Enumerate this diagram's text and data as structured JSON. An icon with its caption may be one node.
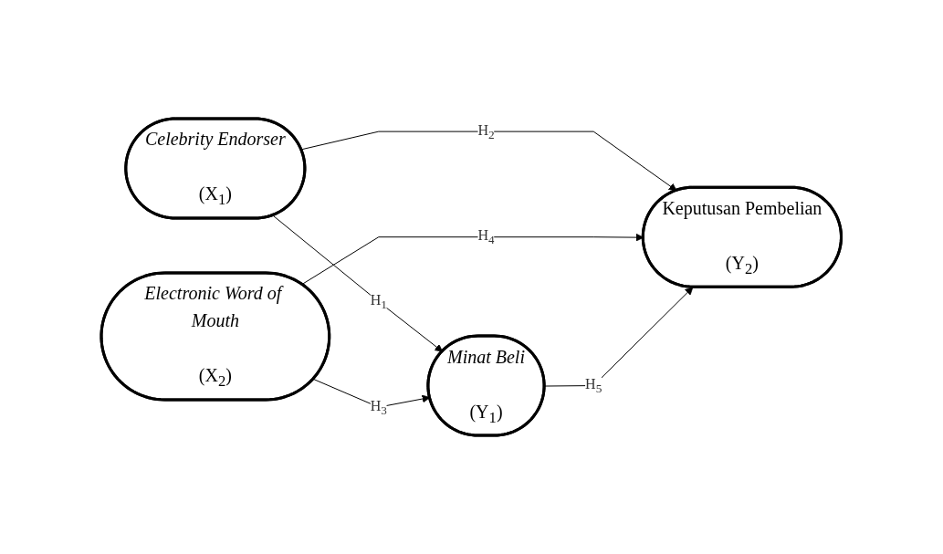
{
  "diagram": {
    "nodes": [
      {
        "text": [
          "Celebrity Endorser",
          "(X$_{1}$)"
        ]
      },
      {
        "text": [
          "Minat Beli",
          "(Y$_{1}$)"
        ]
      },
      {
        "text": [
          "Keputusan Pembelian",
          "(Y$_{2}$)"
        ]
      },
      {
        "text": [
          "Electronic Word of Mouth",
          "(X$_{2}$)"
        ]
      }
    ],
    "edges": [
      {
        "from": 0,
        "to": 1,
        "arrow": "to",
        "label": "H$_{1}$"
      },
      {
        "from": 0,
        "to": 2,
        "arrow": "to",
        "label": "H$_{2}$"
      },
      {
        "from": 3,
        "to": 1,
        "arrow": "to",
        "label": "H$_{3}$"
      },
      {
        "from": 3,
        "to": 2,
        "arrow": "to",
        "label": "H$_{4}$"
      },
      {
        "from": 1,
        "to": 2,
        "arrow": "to",
        "label": "H$_{5}$"
      }
    ]
  }
}
